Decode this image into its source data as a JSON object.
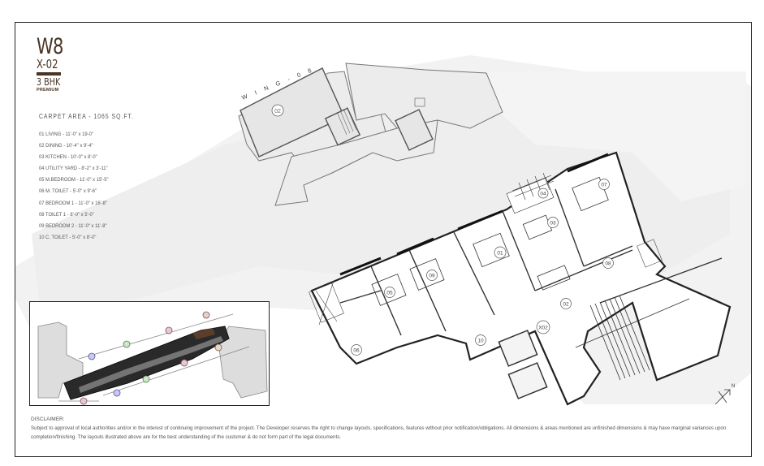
{
  "heading": {
    "wing": "W8",
    "unit": "X-02",
    "config": "3 BHK",
    "tier": "PREMIUM"
  },
  "carpet_area": "CARPET AREA - 1065 SQ.FT.",
  "rooms": [
    "01 LIVING - 11'-0\" x 19-0\"",
    "02 DINING - 10'-4\" x 9'-4\"",
    "03 KITCHEN - 10'-0\" x 8'-0\"",
    "04 UTILITY YARD - 8'-2\" x 3'-11\"",
    "05 M.BEDROOM - 11'-0\" x 15'-5\"",
    "06 M. TOILET - 5'-0\" x 9'-6\"",
    "07 BEDROOM 1 - 11'-0\" x 16'-8\"",
    "08 TOILET 1 - 8'-0\" x 5'-0\"",
    "09 BEDROOM 2 - 11'-0\" x 11'-8\"",
    "10 C. TOILET - 5'-0\" x 8'-0\""
  ],
  "plan": {
    "wing_label": "W I N G - 0 8",
    "wing_plan_tag": "02",
    "unit_tag": "X02",
    "room_tags": {
      "living": "01",
      "dining": "02",
      "kitchen": "03",
      "utility": "04",
      "master_bedroom": "05",
      "master_toilet": "06",
      "bedroom1": "07",
      "toilet1": "08",
      "bedroom2": "09",
      "common_toilet": "10"
    },
    "north_label": "N"
  },
  "colors": {
    "brand_brown": "#4a3423",
    "band_gray": "#f0f0f0",
    "wall": "#333333",
    "wing_fill": "#ececec"
  },
  "disclaimer": {
    "title": "DISCLAIMER:",
    "text": "Subject to approval of local authorities and/or in the interest of continuing improvement of the project. The Developer reserves the right to change layouts, specifications, features without prior notification/obligations. All dimensions & areas mentioned are unfinished dimensions & may have marginal variances upon completion/finishing. The layouts illustrated above are for the best understanding of the customer & do not form part of the legal documents."
  }
}
